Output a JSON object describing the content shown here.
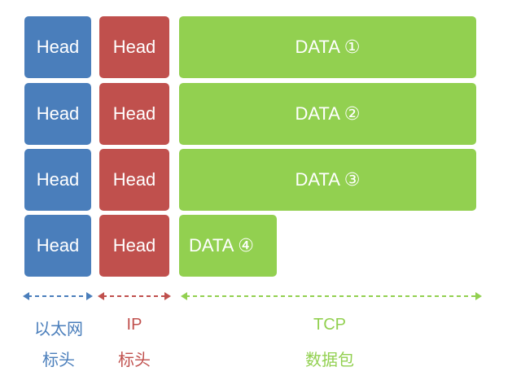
{
  "colors": {
    "ethernet": "#4a7ebb",
    "ip": "#c0504d",
    "tcp": "#92d050"
  },
  "rows": [
    {
      "eth_head": "Head",
      "ip_head": "Head",
      "data": "DATA ①"
    },
    {
      "eth_head": "Head",
      "ip_head": "Head",
      "data": "DATA ②"
    },
    {
      "eth_head": "Head",
      "ip_head": "Head",
      "data": "DATA ③"
    },
    {
      "eth_head": "Head",
      "ip_head": "Head",
      "data": "DATA ④"
    }
  ],
  "labels": {
    "ethernet": [
      "以太网",
      "标头"
    ],
    "ip": [
      "IP",
      "标头"
    ],
    "tcp": [
      "TCP",
      "数据包"
    ]
  }
}
